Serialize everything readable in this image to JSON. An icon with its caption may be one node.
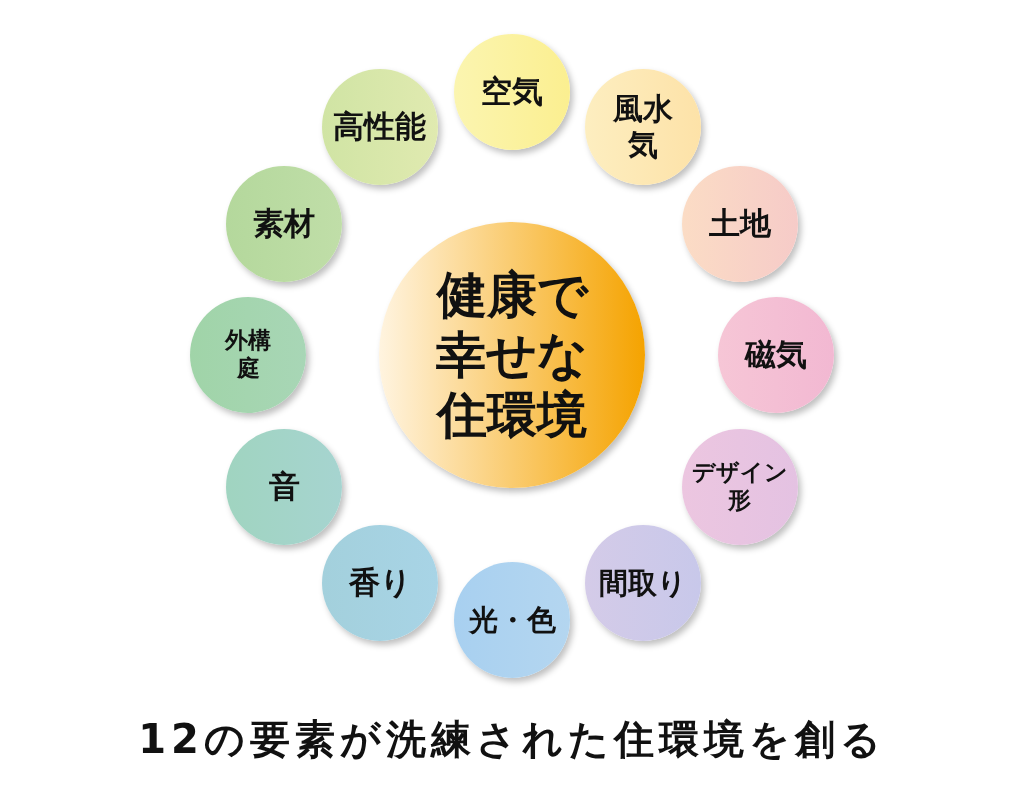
{
  "diagram": {
    "caption": "12の要素が洗練された住環境を創る",
    "nodes": [
      {
        "text": [
          "健康で幸せな住環境"
        ]
      },
      {
        "text": [
          "空気"
        ]
      },
      {
        "text": [
          "風水気"
        ]
      },
      {
        "text": [
          "土地"
        ]
      },
      {
        "text": [
          "磁気"
        ]
      },
      {
        "text": [
          "デザイン形"
        ]
      },
      {
        "text": [
          "間取り"
        ]
      },
      {
        "text": [
          "光・色"
        ]
      },
      {
        "text": [
          "香り"
        ]
      },
      {
        "text": [
          "音"
        ]
      },
      {
        "text": [
          "外構庭"
        ]
      },
      {
        "text": [
          "素材"
        ]
      },
      {
        "text": [
          "高性能"
        ]
      }
    ]
  }
}
